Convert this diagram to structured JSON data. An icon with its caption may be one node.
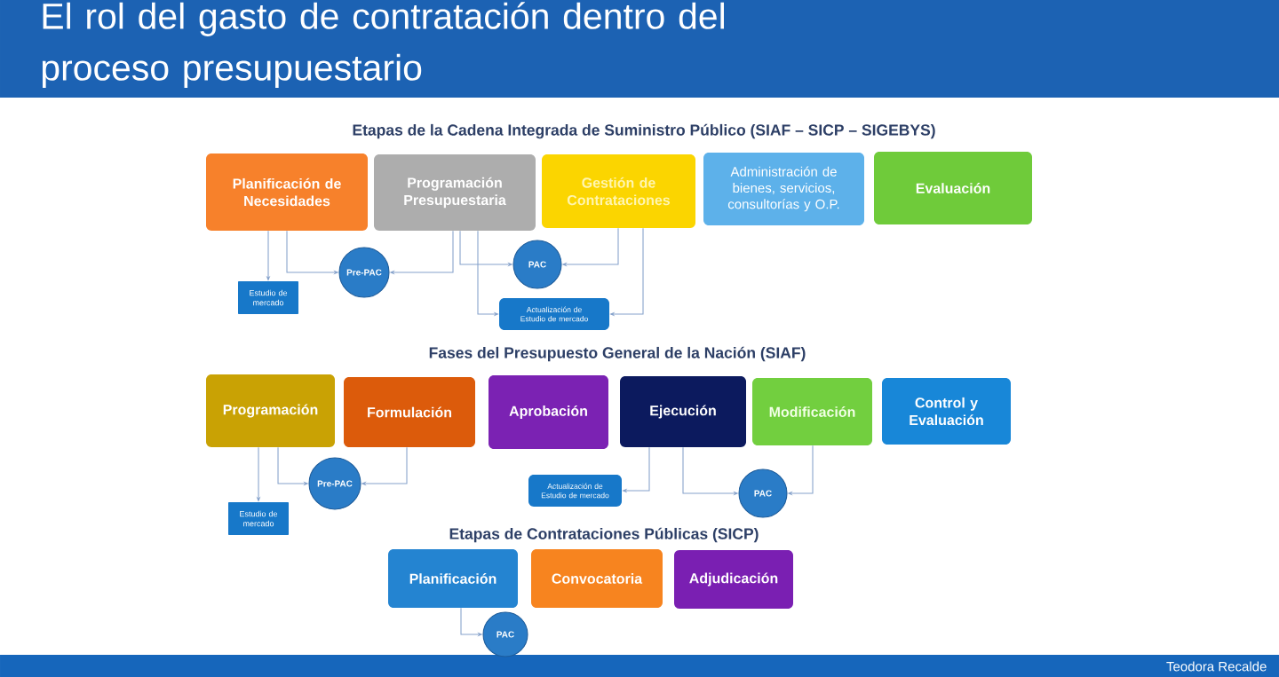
{
  "diagram": {
    "title": "El rol del gasto de contratación dentro del proceso presupuestario",
    "nodes": [
      {
        "text": [
          "Planificación de Necesidades"
        ]
      },
      {
        "text": [
          "Programación Presupuestaria"
        ]
      },
      {
        "text": [
          "Gestión de Contrataciones"
        ]
      },
      {
        "text": [
          "Administración de bienes, servicios, consultorías y O.P."
        ]
      },
      {
        "text": [
          "Evaluación"
        ]
      },
      {
        "text": [
          "Estudio de mercado"
        ]
      },
      {
        "text": [
          "Pre-PAC"
        ]
      },
      {
        "text": [
          "PAC"
        ]
      },
      {
        "text": [
          "Actualización de Estudio de mercado"
        ]
      },
      {
        "text": [
          "Programación"
        ]
      },
      {
        "text": [
          "Formulación"
        ]
      },
      {
        "text": [
          "Aprobación"
        ]
      },
      {
        "text": [
          "Ejecución"
        ]
      },
      {
        "text": [
          "Modificación"
        ]
      },
      {
        "text": [
          "Control y Evaluación"
        ]
      },
      {
        "text": [
          "Estudio de mercado"
        ]
      },
      {
        "text": [
          "Pre-PAC"
        ]
      },
      {
        "text": [
          "Actualización de Estudio de mercado"
        ]
      },
      {
        "text": [
          "PAC"
        ]
      },
      {
        "text": [
          "Planificación"
        ]
      },
      {
        "text": [
          "Convocatoria"
        ]
      },
      {
        "text": [
          "Adjudicación"
        ]
      },
      {
        "text": [
          "PAC"
        ]
      }
    ],
    "edges": [
      {
        "from": 0,
        "to": 5,
        "arrow": "to"
      },
      {
        "from": 0,
        "to": 6,
        "arrow": "to"
      },
      {
        "from": 1,
        "to": 6,
        "arrow": "to"
      },
      {
        "from": 1,
        "to": 7,
        "arrow": "to"
      },
      {
        "from": 1,
        "to": 8,
        "arrow": "to"
      },
      {
        "from": 2,
        "to": 7,
        "arrow": "to"
      },
      {
        "from": 2,
        "to": 8,
        "arrow": "to"
      },
      {
        "from": 9,
        "to": 15,
        "arrow": "to"
      },
      {
        "from": 9,
        "to": 16,
        "arrow": "to"
      },
      {
        "from": 10,
        "to": 16,
        "arrow": "to"
      },
      {
        "from": 12,
        "to": 17,
        "arrow": "to"
      },
      {
        "from": 12,
        "to": 18,
        "arrow": "to"
      },
      {
        "from": 13,
        "to": 18,
        "arrow": "to"
      },
      {
        "from": 19,
        "to": 22,
        "arrow": "to"
      }
    ],
    "labels": [
      "Etapas de la Cadena Integrada de Suministro Público (SIAF – SICP – SIGEBYS)",
      "Fases del Presupuesto General de la Nación (SIAF)",
      "Etapas de Contrataciones Públicas (SICP)",
      "Teodora Recalde"
    ]
  }
}
